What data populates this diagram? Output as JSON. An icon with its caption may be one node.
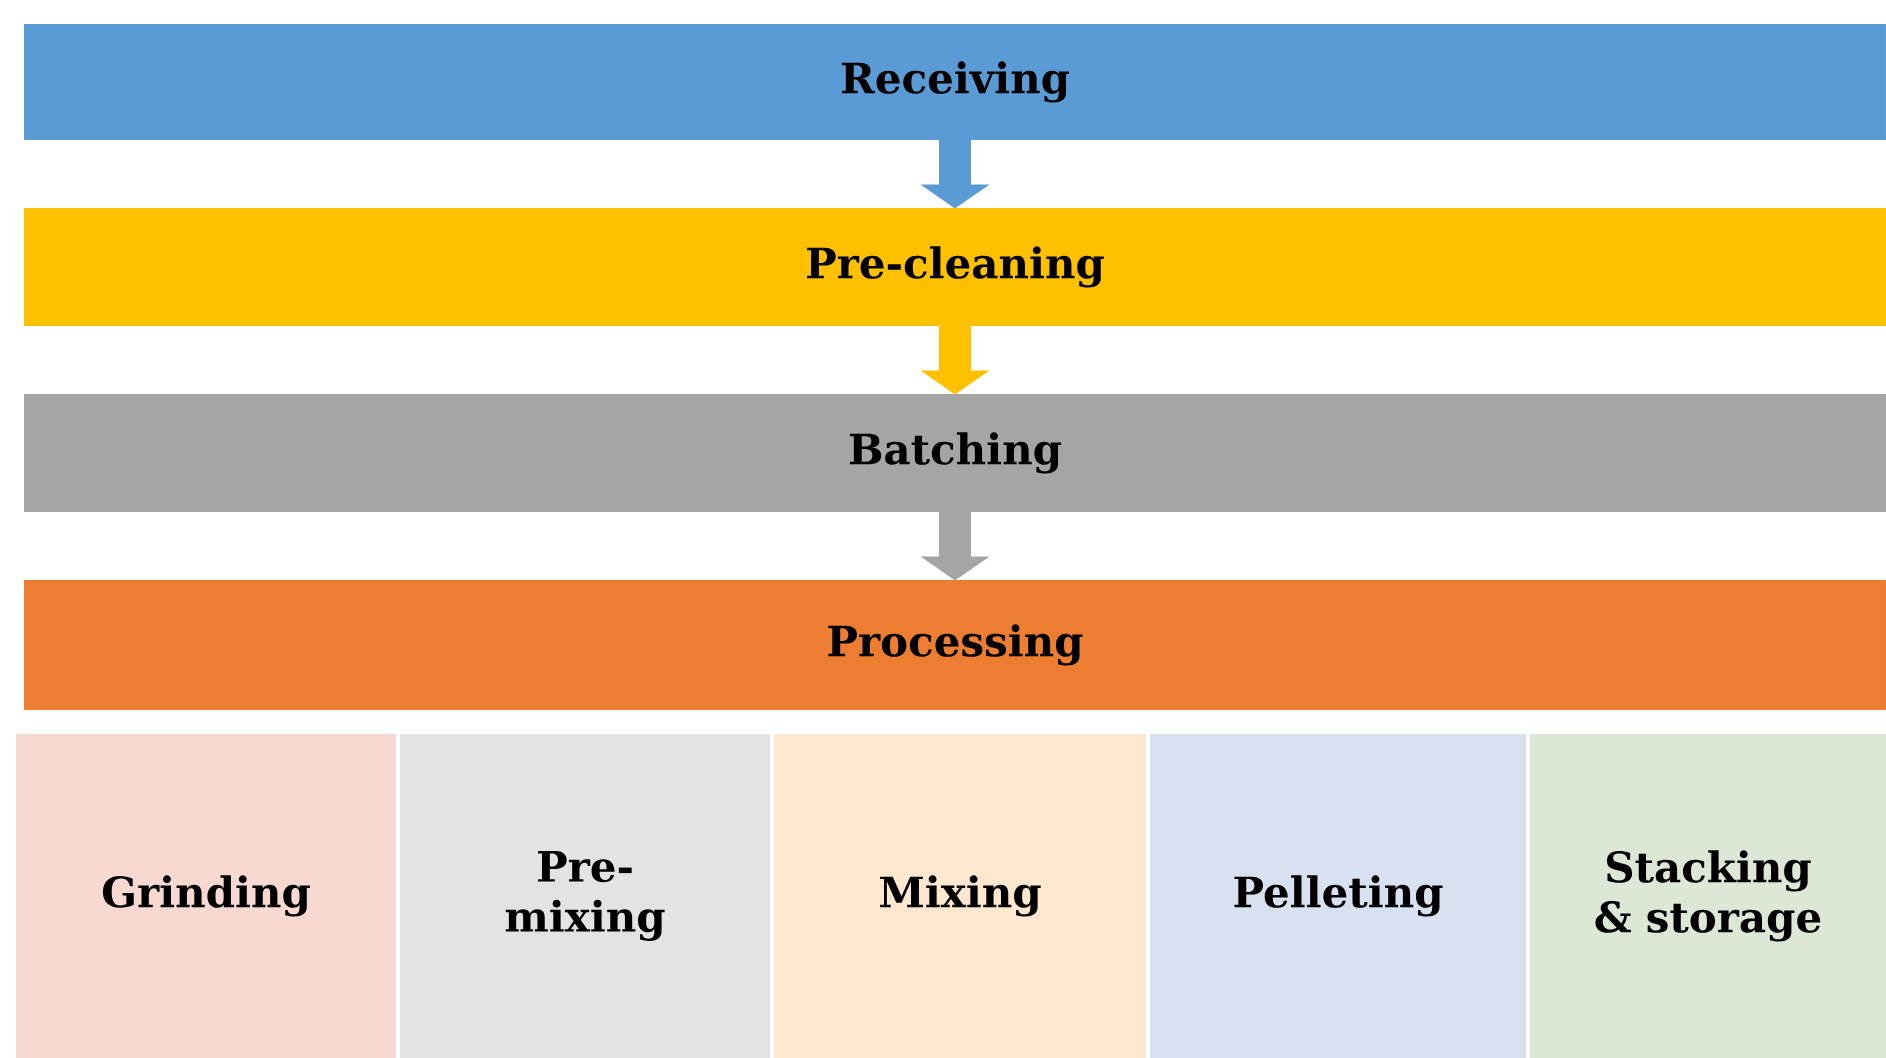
{
  "diagram": {
    "nodes": [
      {
        "text": [
          "Receiving"
        ]
      },
      {
        "text": [
          "Pre-cleaning"
        ]
      },
      {
        "text": [
          "Batching"
        ]
      },
      {
        "text": [
          "Processing"
        ]
      },
      {
        "text": [
          "Grinding"
        ]
      },
      {
        "text": [
          "Pre-mixing"
        ]
      },
      {
        "text": [
          "Mixing"
        ]
      },
      {
        "text": [
          "Pelleting"
        ]
      },
      {
        "text": [
          "Stacking & storage"
        ]
      }
    ],
    "edges": [
      {
        "from": 0,
        "to": 1,
        "arrow": "to",
        "color": "#5b9bd5"
      },
      {
        "from": 1,
        "to": 2,
        "arrow": "to",
        "color": "#ffc000"
      },
      {
        "from": 2,
        "to": 3,
        "arrow": "to",
        "color": "#a5a5a5"
      }
    ]
  }
}
